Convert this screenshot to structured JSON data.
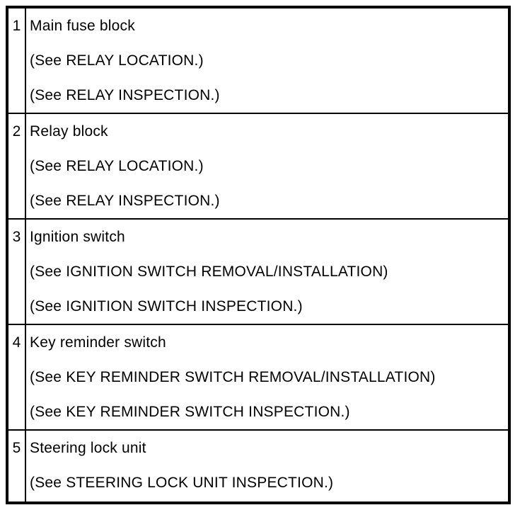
{
  "colors": {
    "border": "#000000",
    "background": "#ffffff",
    "text": "#000000"
  },
  "table": {
    "rows": [
      {
        "num": "1",
        "lines": [
          "Main fuse block",
          "(See RELAY LOCATION.)",
          "(See RELAY INSPECTION.)"
        ]
      },
      {
        "num": "2",
        "lines": [
          "Relay block",
          "(See RELAY LOCATION.)",
          "(See RELAY INSPECTION.)"
        ]
      },
      {
        "num": "3",
        "lines": [
          "Ignition switch",
          "(See IGNITION SWITCH REMOVAL/INSTALLATION)",
          "(See IGNITION SWITCH INSPECTION.)"
        ]
      },
      {
        "num": "4",
        "lines": [
          "Key reminder switch",
          "(See KEY REMINDER SWITCH REMOVAL/INSTALLATION)",
          "(See KEY REMINDER SWITCH INSPECTION.)"
        ]
      },
      {
        "num": "5",
        "lines": [
          "Steering lock unit",
          "(See STEERING LOCK UNIT INSPECTION.)"
        ]
      }
    ]
  }
}
